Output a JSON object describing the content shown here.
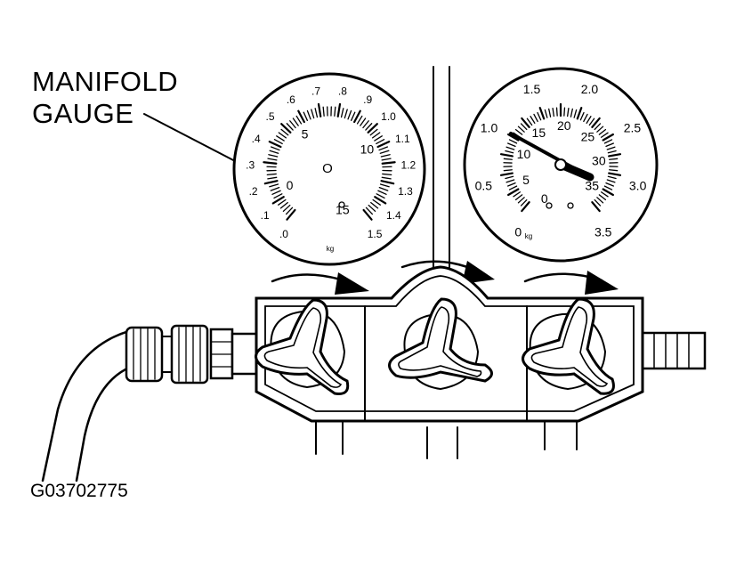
{
  "callout": {
    "line1": "MANIFOLD",
    "line2": "GAUGE"
  },
  "figure_id": "G03702775",
  "left_gauge": {
    "outer_scale": [
      ".0",
      ".1",
      ".2",
      ".3",
      ".4",
      ".5",
      ".6",
      ".7",
      ".8",
      ".9",
      "1.0",
      "1.1",
      "1.2",
      "1.3",
      "1.4",
      "1.5"
    ],
    "inner_scale": [
      "0",
      "5",
      "10",
      "15"
    ],
    "center_mark": "O",
    "unit": "kg"
  },
  "right_gauge": {
    "outer_scale": [
      "0",
      "0.5",
      "1.0",
      "1.5",
      "2.0",
      "2.5",
      "3.0",
      "3.5"
    ],
    "inner_scale": [
      "0",
      "5",
      "10",
      "15",
      "20",
      "25",
      "30",
      "35"
    ],
    "unit": "kg"
  },
  "colors": {
    "ink": "#000000",
    "paper": "#ffffff"
  }
}
